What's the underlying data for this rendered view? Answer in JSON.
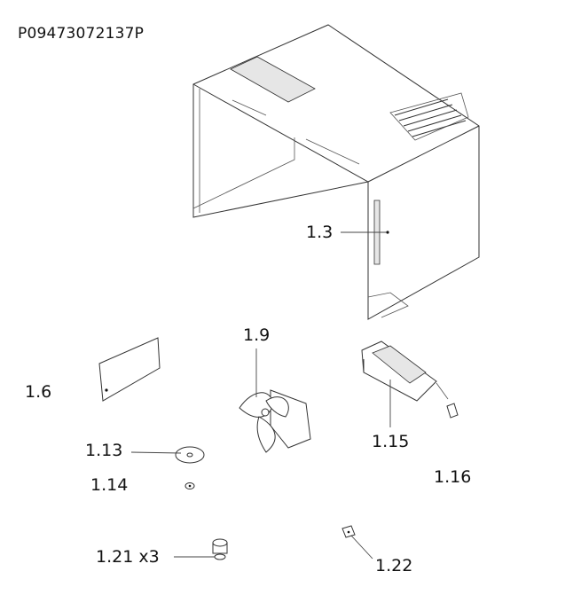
{
  "drawing": {
    "code": "P09473072137P"
  },
  "callouts": {
    "c_1_3": "1.3",
    "c_1_6": "1.6",
    "c_1_9": "1.9",
    "c_1_13": "1.13",
    "c_1_14": "1.14",
    "c_1_15": "1.15",
    "c_1_16": "1.16",
    "c_1_21": "1.21 x3",
    "c_1_22": "1.22"
  },
  "colors": {
    "line": "#333333",
    "background": "#ffffff"
  }
}
